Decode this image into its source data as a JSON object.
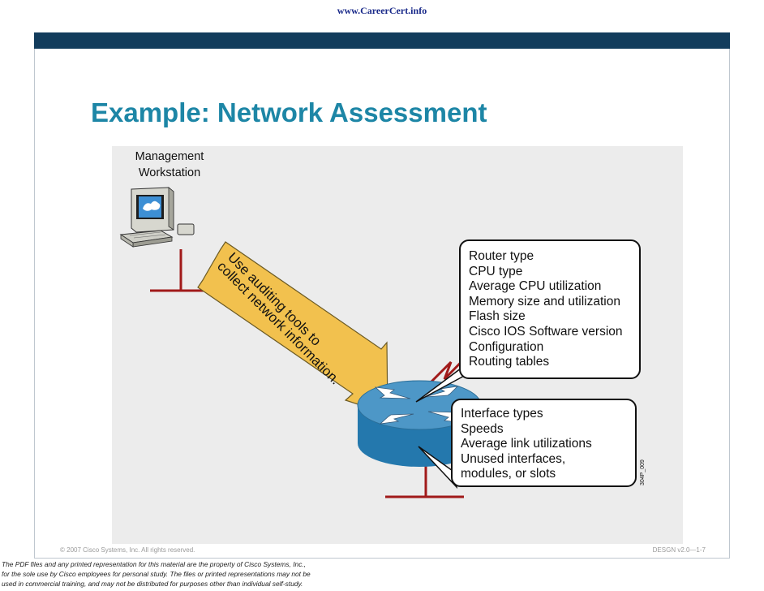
{
  "header": {
    "url": "www.CareerCert.info"
  },
  "slide": {
    "title": "Example: Network Assessment",
    "diagram": {
      "workstation": {
        "label_line1": "Management",
        "label_line2": "Workstation"
      },
      "arrow": {
        "line1": "Use auditing tools to",
        "line2": "collect network information."
      },
      "router_callout": {
        "items": [
          "Router type",
          "CPU type",
          "Average CPU utilization",
          "Memory size and utilization",
          "Flash size",
          "Cisco IOS Software version",
          "Configuration",
          "Routing tables"
        ]
      },
      "interface_callout": {
        "items": [
          "Interface types",
          "Speeds",
          "Average link utilizations",
          "Unused interfaces,",
          "modules, or slots"
        ]
      },
      "figure_code": "304P_009",
      "colors": {
        "arrow_fill": "#f2c14e",
        "router_top": "#4d97c7",
        "router_side": "#2478ad",
        "link": "#a11a1a",
        "background": "#ececec"
      }
    },
    "footer": {
      "copyright": "© 2007 Cisco Systems, Inc. All rights reserved.",
      "page_code": "DESGN v2.0—1-7"
    },
    "colors": {
      "title": "#1d86a6",
      "top_bar": "#123c5c"
    }
  },
  "disclaimer": {
    "line1": "The PDF files and any printed representation for this material are the property of Cisco Systems, Inc.,",
    "line2": "for the sole use by Cisco employees for personal study. The files or printed representations may not be",
    "line3": "used in commercial training, and may not be distributed for purposes other than individual self-study."
  }
}
